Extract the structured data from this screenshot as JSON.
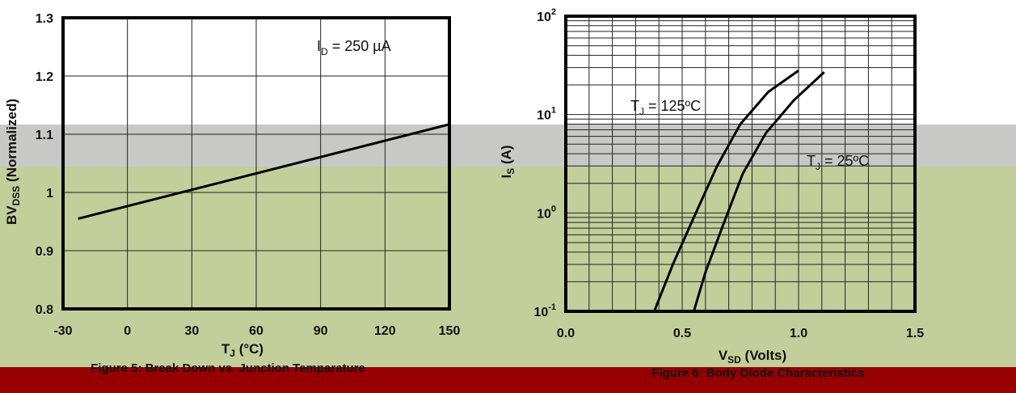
{
  "colors": {
    "background": "#ffffff",
    "band_gray": "#c8c9c7",
    "band_green": "#c3cf9b",
    "band_red": "#960000"
  },
  "chart_data": [
    {
      "type": "line",
      "caption": "Figure 5: Break Down vs. Junction Temparature",
      "xlabel": {
        "main": "T",
        "sub": "J",
        "rest": " (°C)"
      },
      "ylabel": {
        "main": "BV",
        "sub": "DSS",
        "rest": " (Normalized)"
      },
      "xlim": [
        -30,
        150
      ],
      "ylim": [
        0.8,
        1.3
      ],
      "xticks": [
        -30,
        0,
        30,
        60,
        90,
        120,
        150
      ],
      "yticks": [
        0.8,
        0.9,
        1.0,
        1.1,
        1.2,
        1.3
      ],
      "xtick_labels": [
        "-30",
        "0",
        "30",
        "60",
        "90",
        "120",
        "150"
      ],
      "ytick_labels": [
        "0.8",
        "0.9",
        "1",
        "1.1",
        "1.2",
        "1.3"
      ],
      "grid": true,
      "annotation": {
        "main": "I",
        "sub": "D",
        "rest": " = 250 µA"
      },
      "series": [
        {
          "x": [
            -23,
            150
          ],
          "y": [
            0.955,
            1.117
          ]
        }
      ]
    },
    {
      "type": "line",
      "caption": "Figure 6: Body Diode Characteristics",
      "xlabel": {
        "main": "V",
        "sub": "SD",
        "rest": " (Volts)"
      },
      "ylabel": {
        "main": "I",
        "sub": "S",
        "rest": " (A)"
      },
      "xlim": [
        0,
        1.5
      ],
      "ylim": [
        0.1,
        100
      ],
      "yscale": "log",
      "xticks": [
        0,
        0.5,
        1.0,
        1.5
      ],
      "xtick_labels": [
        "0.0",
        "0.5",
        "1.0",
        "1.5"
      ],
      "ytick_labels": [
        {
          "base": "10",
          "exp": "-1"
        },
        {
          "base": "10",
          "exp": "0"
        },
        {
          "base": "10",
          "exp": "1"
        },
        {
          "base": "10",
          "exp": "2"
        }
      ],
      "grid": true,
      "series": [
        {
          "name": "T_J = 125ºC",
          "label": {
            "main": "T",
            "sub": "J",
            "rest": " = 125ºC"
          },
          "x": [
            0.38,
            0.46,
            0.55,
            0.65,
            0.75,
            0.87,
            1.0
          ],
          "y": [
            0.1,
            0.3,
            0.9,
            3.0,
            8.0,
            17.0,
            28.0
          ]
        },
        {
          "name": "T_J = 25ºC",
          "label": {
            "main": "T",
            "sub": "J",
            "rest": " = 25ºC"
          },
          "x": [
            0.55,
            0.6,
            0.68,
            0.76,
            0.86,
            0.98,
            1.11
          ],
          "y": [
            0.1,
            0.25,
            0.8,
            2.5,
            6.5,
            14.0,
            27.0
          ]
        }
      ]
    }
  ]
}
